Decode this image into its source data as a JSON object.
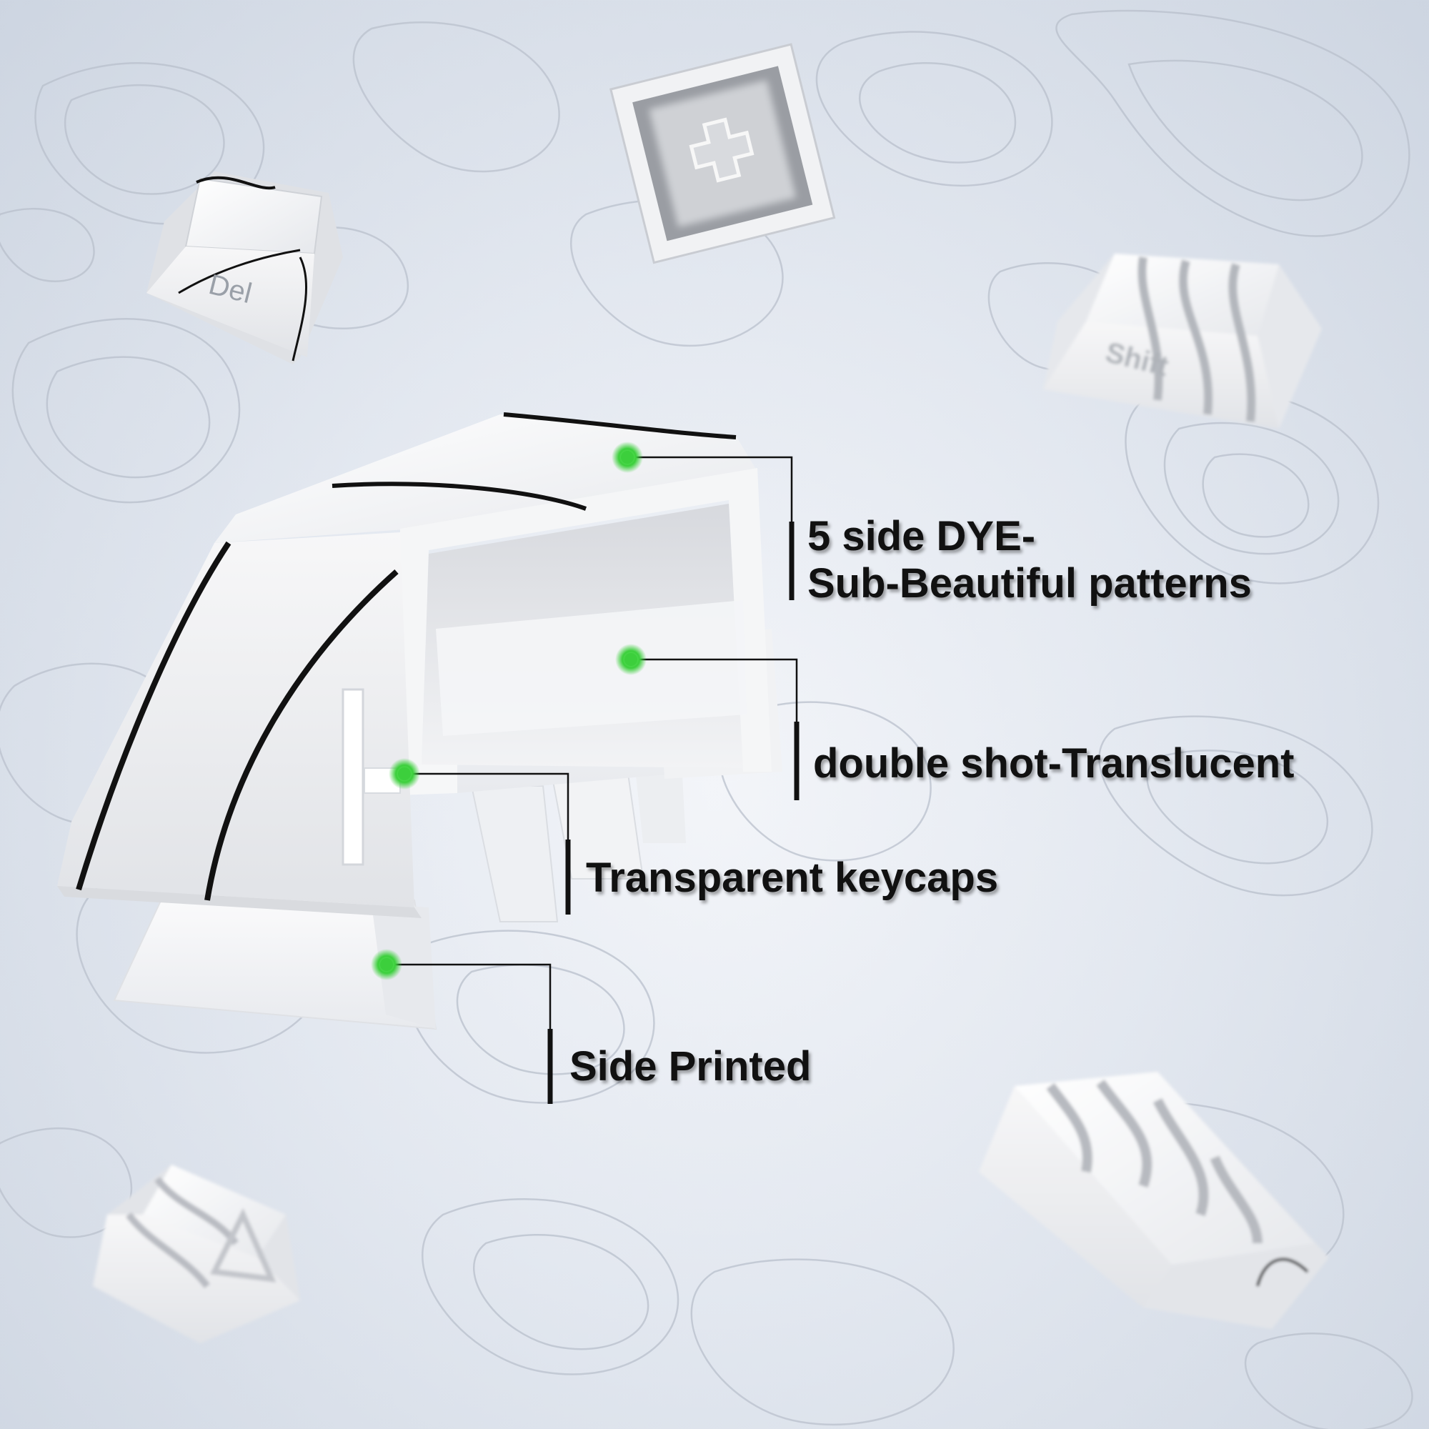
{
  "keycaps": {
    "del_legend": "Del",
    "shift_legend": "Shift"
  },
  "callouts": {
    "dye_sub": {
      "line1": "5 side DYE-",
      "line2": "Sub-Beautiful patterns"
    },
    "double_shot": {
      "label": "double shot-Translucent"
    },
    "transparent": {
      "label": "Transparent keycaps"
    },
    "side_printed": {
      "label": "Side Printed"
    }
  },
  "colors": {
    "marker_dot": "#3ccf3c",
    "leader_line": "#111111",
    "keycap_white": "#f4f4f4",
    "contour_line": "#b9c0cc"
  }
}
